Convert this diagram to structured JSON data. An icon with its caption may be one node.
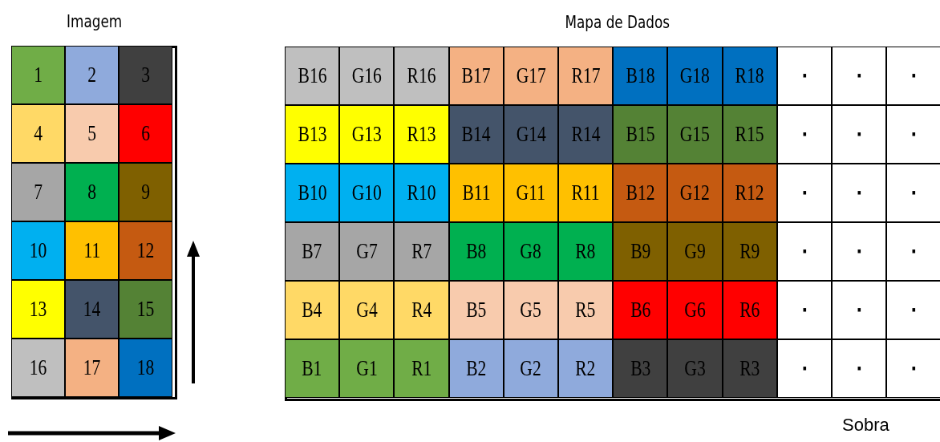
{
  "diagram": {
    "nodes": [
      {
        "text": [
          "Imagem"
        ]
      },
      {
        "text": [
          "1"
        ],
        "in": 0
      },
      {
        "text": [
          "2"
        ],
        "in": 0
      },
      {
        "text": [
          "3"
        ],
        "in": 0
      },
      {
        "text": [
          "4"
        ],
        "in": 0
      },
      {
        "text": [
          "5"
        ],
        "in": 0
      },
      {
        "text": [
          "6"
        ],
        "in": 0
      },
      {
        "text": [
          "7"
        ],
        "in": 0
      },
      {
        "text": [
          "8"
        ],
        "in": 0
      },
      {
        "text": [
          "9"
        ],
        "in": 0
      },
      {
        "text": [
          "10"
        ],
        "in": 0
      },
      {
        "text": [
          "11"
        ],
        "in": 0
      },
      {
        "text": [
          "12"
        ],
        "in": 0
      },
      {
        "text": [
          "13"
        ],
        "in": 0
      },
      {
        "text": [
          "14"
        ],
        "in": 0
      },
      {
        "text": [
          "15"
        ],
        "in": 0
      },
      {
        "text": [
          "16"
        ],
        "in": 0
      },
      {
        "text": [
          "17"
        ],
        "in": 0
      },
      {
        "text": [
          "18"
        ],
        "in": 0
      },
      {
        "text": [
          "Mapa de Dados"
        ]
      },
      {
        "text": [
          "B16"
        ],
        "in": 19
      },
      {
        "text": [
          "G16"
        ],
        "in": 19
      },
      {
        "text": [
          "R16"
        ],
        "in": 19
      },
      {
        "text": [
          "B17"
        ],
        "in": 19
      },
      {
        "text": [
          "G17"
        ],
        "in": 19
      },
      {
        "text": [
          "R17"
        ],
        "in": 19
      },
      {
        "text": [
          "B18"
        ],
        "in": 19
      },
      {
        "text": [
          "G18"
        ],
        "in": 19
      },
      {
        "text": [
          "R18"
        ],
        "in": 19
      },
      {
        "text": [
          "▪"
        ],
        "in": 19
      },
      {
        "text": [
          "▪"
        ],
        "in": 19
      },
      {
        "text": [
          "▪"
        ],
        "in": 19
      },
      {
        "text": [
          "B13"
        ],
        "in": 19
      },
      {
        "text": [
          "G13"
        ],
        "in": 19
      },
      {
        "text": [
          "R13"
        ],
        "in": 19
      },
      {
        "text": [
          "B14"
        ],
        "in": 19
      },
      {
        "text": [
          "G14"
        ],
        "in": 19
      },
      {
        "text": [
          "R14"
        ],
        "in": 19
      },
      {
        "text": [
          "B15"
        ],
        "in": 19
      },
      {
        "text": [
          "G15"
        ],
        "in": 19
      },
      {
        "text": [
          "R15"
        ],
        "in": 19
      },
      {
        "text": [
          "▪"
        ],
        "in": 19
      },
      {
        "text": [
          "▪"
        ],
        "in": 19
      },
      {
        "text": [
          "▪"
        ],
        "in": 19
      },
      {
        "text": [
          "B10"
        ],
        "in": 19
      },
      {
        "text": [
          "G10"
        ],
        "in": 19
      },
      {
        "text": [
          "R10"
        ],
        "in": 19
      },
      {
        "text": [
          "B11"
        ],
        "in": 19
      },
      {
        "text": [
          "G11"
        ],
        "in": 19
      },
      {
        "text": [
          "R11"
        ],
        "in": 19
      },
      {
        "text": [
          "B12"
        ],
        "in": 19
      },
      {
        "text": [
          "G12"
        ],
        "in": 19
      },
      {
        "text": [
          "R12"
        ],
        "in": 19
      },
      {
        "text": [
          "▪"
        ],
        "in": 19
      },
      {
        "text": [
          "▪"
        ],
        "in": 19
      },
      {
        "text": [
          "▪"
        ],
        "in": 19
      },
      {
        "text": [
          "B7"
        ],
        "in": 19
      },
      {
        "text": [
          "G7"
        ],
        "in": 19
      },
      {
        "text": [
          "R7"
        ],
        "in": 19
      },
      {
        "text": [
          "B8"
        ],
        "in": 19
      },
      {
        "text": [
          "G8"
        ],
        "in": 19
      },
      {
        "text": [
          "R8"
        ],
        "in": 19
      },
      {
        "text": [
          "B9"
        ],
        "in": 19
      },
      {
        "text": [
          "G9"
        ],
        "in": 19
      },
      {
        "text": [
          "R9"
        ],
        "in": 19
      },
      {
        "text": [
          "▪"
        ],
        "in": 19
      },
      {
        "text": [
          "▪"
        ],
        "in": 19
      },
      {
        "text": [
          "▪"
        ],
        "in": 19
      },
      {
        "text": [
          "B4"
        ],
        "in": 19
      },
      {
        "text": [
          "G4"
        ],
        "in": 19
      },
      {
        "text": [
          "R4"
        ],
        "in": 19
      },
      {
        "text": [
          "B5"
        ],
        "in": 19
      },
      {
        "text": [
          "G5"
        ],
        "in": 19
      },
      {
        "text": [
          "R5"
        ],
        "in": 19
      },
      {
        "text": [
          "B6"
        ],
        "in": 19
      },
      {
        "text": [
          "G6"
        ],
        "in": 19
      },
      {
        "text": [
          "R6"
        ],
        "in": 19
      },
      {
        "text": [
          "▪"
        ],
        "in": 19
      },
      {
        "text": [
          "▪"
        ],
        "in": 19
      },
      {
        "text": [
          "▪"
        ],
        "in": 19
      },
      {
        "text": [
          "B1"
        ],
        "in": 19
      },
      {
        "text": [
          "G1"
        ],
        "in": 19
      },
      {
        "text": [
          "R1"
        ],
        "in": 19
      },
      {
        "text": [
          "B2"
        ],
        "in": 19
      },
      {
        "text": [
          "G2"
        ],
        "in": 19
      },
      {
        "text": [
          "R2"
        ],
        "in": 19
      },
      {
        "text": [
          "B3"
        ],
        "in": 19
      },
      {
        "text": [
          "G3"
        ],
        "in": 19
      },
      {
        "text": [
          "R3"
        ],
        "in": 19
      },
      {
        "text": [
          "▪"
        ],
        "in": 19
      },
      {
        "text": [
          "▪"
        ],
        "in": 19
      },
      {
        "text": [
          "▪"
        ],
        "in": 19
      }
    ],
    "labels": [
      "Sobra"
    ]
  }
}
